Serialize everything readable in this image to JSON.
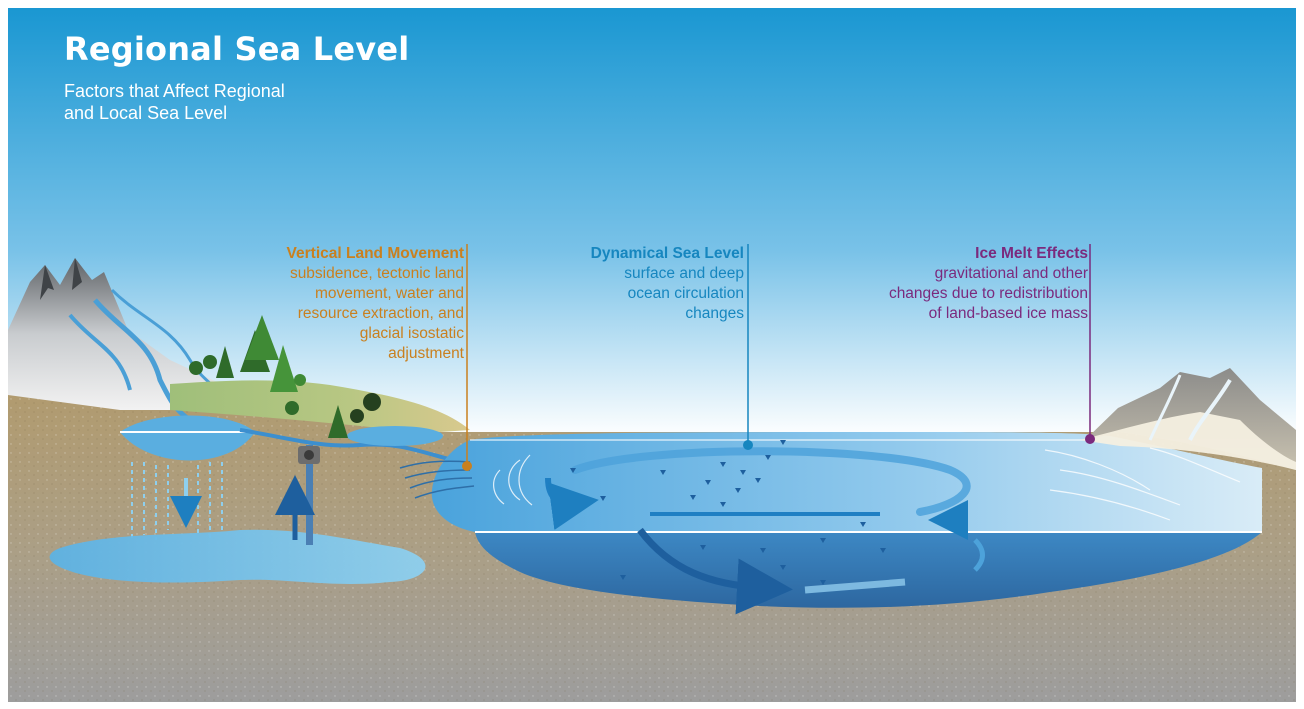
{
  "header": {
    "title": "Regional Sea Level",
    "subtitle_line1": "Factors that Affect Regional",
    "subtitle_line2": "and Local Sea Level"
  },
  "callouts": {
    "vertical_land_movement": {
      "heading": "Vertical Land Movement",
      "lines": [
        "subsidence, tectonic land",
        "movement, water and",
        "resource extraction, and",
        "glacial isostatic",
        "adjustment"
      ],
      "color": "#c9801f"
    },
    "dynamical_sea_level": {
      "heading": "Dynamical Sea Level",
      "lines": [
        "surface and deep",
        "ocean circulation",
        "changes"
      ],
      "color": "#1686bf"
    },
    "ice_melt_effects": {
      "heading": "Ice Melt Effects",
      "lines": [
        "gravitational and other",
        "changes due to redistribution",
        "of land-based ice mass"
      ],
      "color": "#7b2a7d"
    }
  },
  "colors": {
    "sky_top": "#1a97d2",
    "sky_bottom": "#ffffff",
    "soil": "#b39b6e",
    "bedrock": "#a9a9a9",
    "ocean": "#5aaee0",
    "deep_ocean": "#2e6fa8",
    "forest": "#2f6b2a"
  },
  "icons": [
    "mountain-icon",
    "tree-icon",
    "well-pump-icon",
    "arrow-icon",
    "glacier-icon"
  ]
}
